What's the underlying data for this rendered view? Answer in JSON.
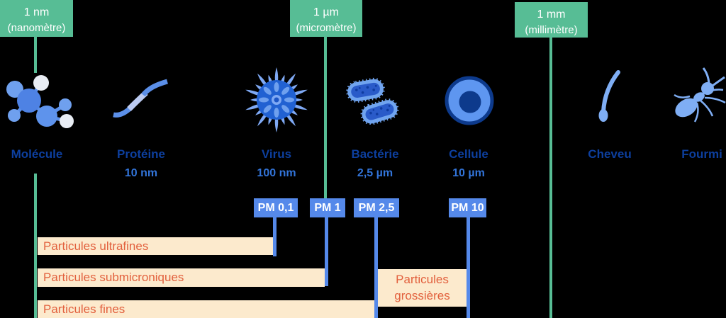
{
  "scale_markers": [
    {
      "value": "1 nm",
      "unit": "(nanomètre)"
    },
    {
      "value": "1 µm",
      "unit": "(micromètre)"
    },
    {
      "value": "1 mm",
      "unit": "(millimètre)"
    }
  ],
  "objects": [
    {
      "name": "Molécule",
      "size": ""
    },
    {
      "name": "Protéine",
      "size": "10 nm"
    },
    {
      "name": "Virus",
      "size": "100 nm"
    },
    {
      "name": "Bactérie",
      "size": "2,5 µm"
    },
    {
      "name": "Cellule",
      "size": "10 µm"
    },
    {
      "name": "Cheveu",
      "size": ""
    },
    {
      "name": "Fourmi",
      "size": ""
    }
  ],
  "pm_markers": [
    {
      "label": "PM 0,1"
    },
    {
      "label": "PM 1"
    },
    {
      "label": "PM 2,5"
    },
    {
      "label": "PM 10"
    }
  ],
  "particle_bands": [
    {
      "label": "Particules ultrafines"
    },
    {
      "label": "Particules submicroniques"
    },
    {
      "label": "Particules fines"
    },
    {
      "label": "Particules grossières"
    }
  ],
  "colors": {
    "scale_green": "#57BD95",
    "pm_blue": "#5589EA",
    "band_background": "#FCEACD",
    "band_text_orange": "#E2603D",
    "label_navy": "#0D3F9E",
    "size_blue": "#3274D9",
    "background": "#000000"
  }
}
